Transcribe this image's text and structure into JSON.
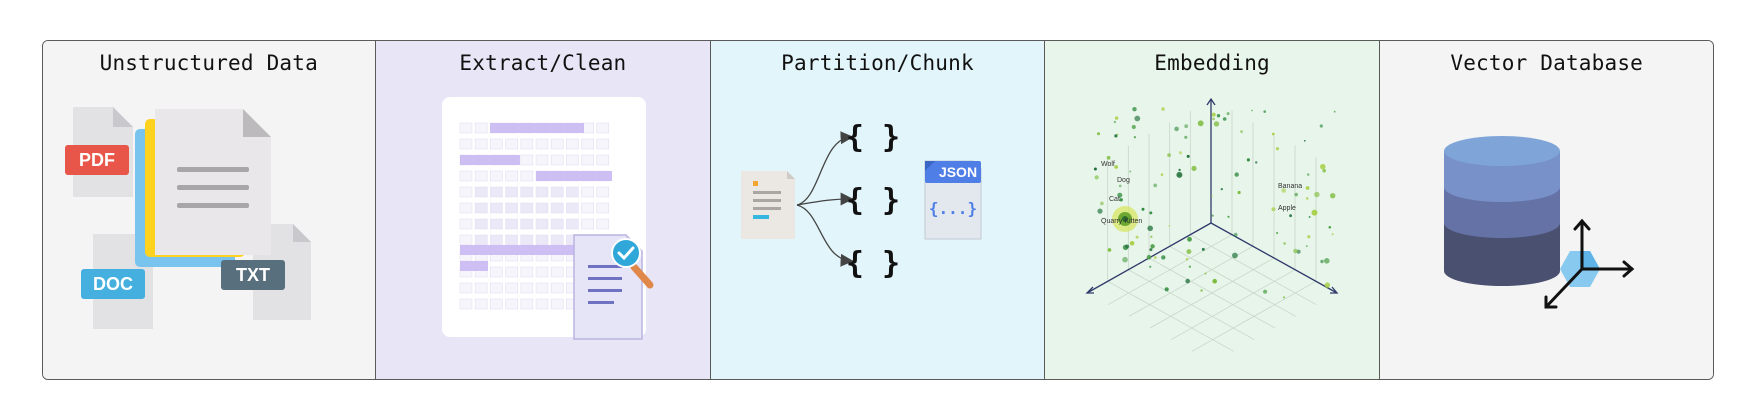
{
  "stages": [
    {
      "title": "Unstructured Data",
      "badges": [
        "PDF",
        "DOC",
        "TXT"
      ]
    },
    {
      "title": "Extract/Clean"
    },
    {
      "title": "Partition/Chunk",
      "chunk_glyph": "{ }",
      "json_label": "JSON",
      "json_glyph": "{...}"
    },
    {
      "title": "Embedding",
      "words": [
        "Wolf",
        "Dog",
        "Cat",
        "Quarry Kitten",
        "Banana",
        "Apple"
      ]
    },
    {
      "title": "Vector Database"
    }
  ],
  "colors": {
    "pdf": "#e8564a",
    "doc": "#45b0e0",
    "txt": "#58707e",
    "json": "#4f7fe6",
    "highlight": "#c9bdf0",
    "db_top": "#7ea4d8",
    "db_mid": "#6472a6",
    "db_low": "#4a5170",
    "point_green": "#4fa04a"
  }
}
